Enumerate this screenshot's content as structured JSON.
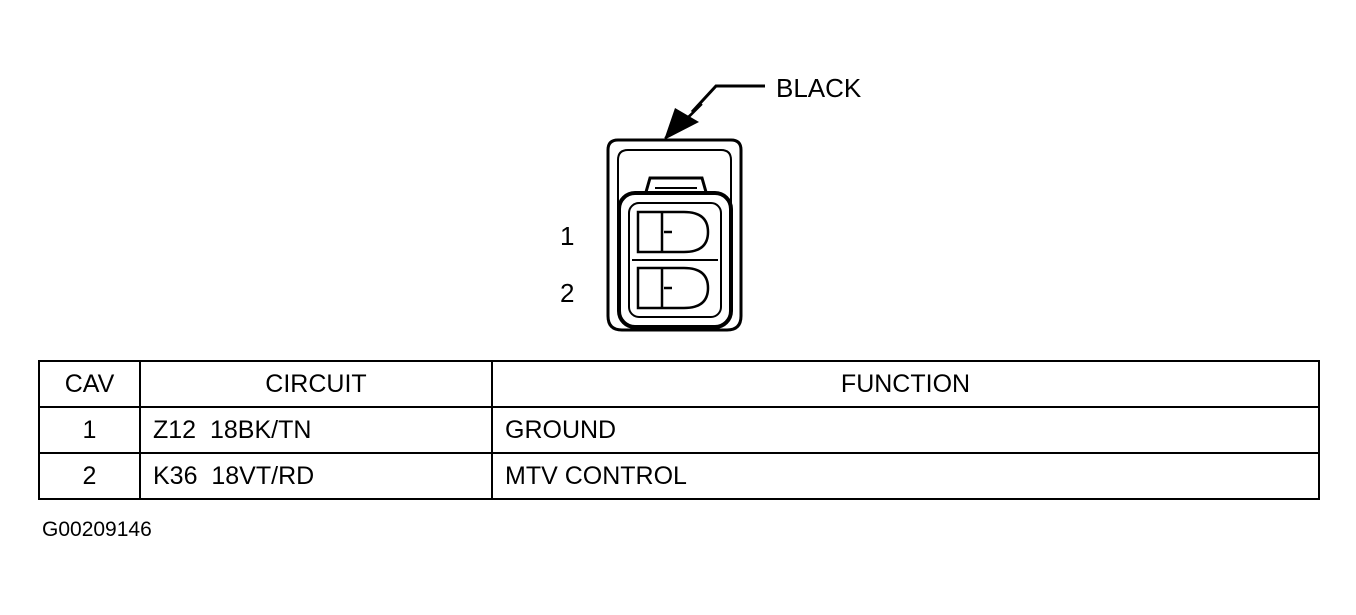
{
  "connector": {
    "color_label": "BLACK",
    "cavity_labels": [
      "1",
      "2"
    ]
  },
  "table": {
    "headers": {
      "cav": "CAV",
      "circuit": "CIRCUIT",
      "function": "FUNCTION"
    },
    "rows": [
      {
        "cav": "1",
        "circuit": "Z12  18BK/TN",
        "function": "GROUND"
      },
      {
        "cav": "2",
        "circuit": "K36  18VT/RD",
        "function": "MTV CONTROL"
      }
    ]
  },
  "figure_id": "G00209146"
}
